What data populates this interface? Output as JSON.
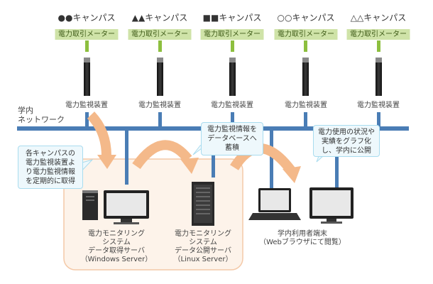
{
  "campuses": [
    {
      "name": "●●キャンパス",
      "meter": "電力取引メーター",
      "device": "電力監視装置"
    },
    {
      "name": "▲▲キャンパス",
      "meter": "電力取引メーター",
      "device": "電力監視装置"
    },
    {
      "name": "■■キャンパス",
      "meter": "電力取引メーター",
      "device": "電力監視装置"
    },
    {
      "name": "○○キャンパス",
      "meter": "電力取引メーター",
      "device": "電力監視装置"
    },
    {
      "name": "△△キャンパス",
      "meter": "電力取引メーター",
      "device": "電力監視装置"
    }
  ],
  "network": {
    "line1": "学内",
    "line2": "ネットワーク"
  },
  "bubbles": {
    "collect": [
      "各キャンパスの",
      "電力監視装置よ",
      "り電力監視情報",
      "を定期的に取得"
    ],
    "store": [
      "電力監視情報を",
      "データベースへ",
      "蓄積"
    ],
    "publish": [
      "電力使用の状況や",
      "実績をグラフ化",
      "し、学内に公開"
    ]
  },
  "servers": {
    "acquire": [
      "電力モニタリング",
      "システム",
      "データ取得サーバ",
      "（Windows Server）"
    ],
    "public": [
      "電力モニタリング",
      "システム",
      "データ公開サーバ",
      "（Linux Server）"
    ]
  },
  "terminal": [
    "学内利用者端末",
    "（Webブラウザにて閲覧）"
  ],
  "colors": {
    "network": "#4a7db5",
    "meter_green": "#8dbf3f",
    "arrow": "#f4b98a",
    "meter_label_bg": "#cfe3a8"
  }
}
